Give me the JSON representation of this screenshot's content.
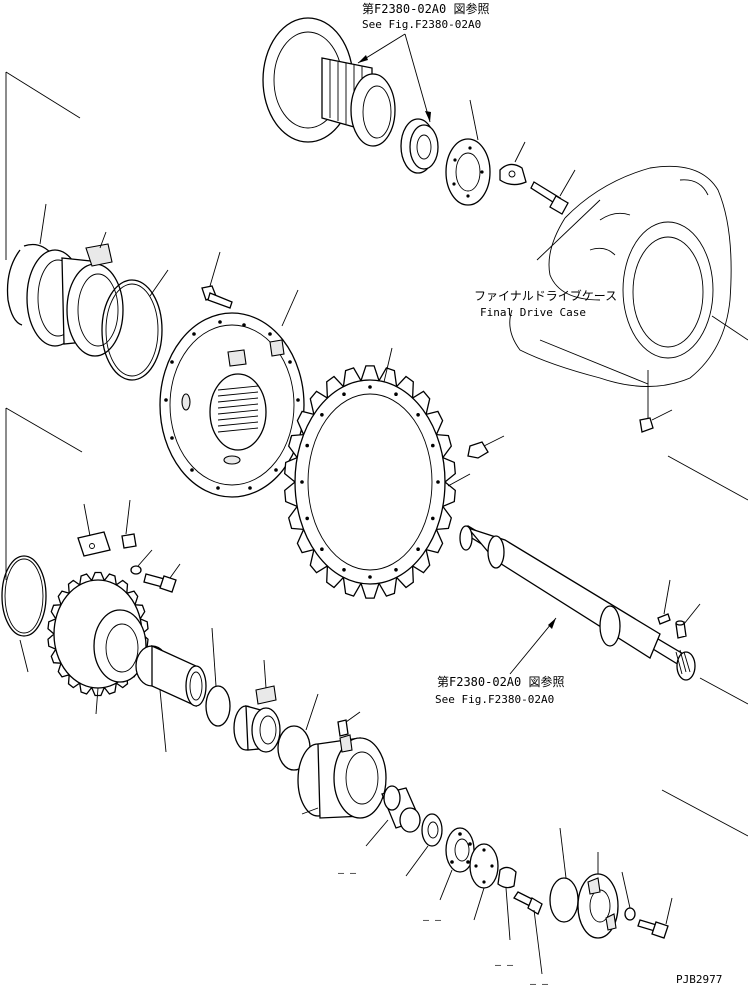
{
  "callouts": {
    "top_ref_jp": "第F2380-02A0 図参照",
    "top_ref_en": "See Fig.F2380-02A0",
    "case_jp": "ファイナルドライブケース",
    "case_en": "Final Drive Case",
    "shaft_ref_jp": "第F2380-02A0 図参照",
    "shaft_ref_en": "See Fig.F2380-02A0"
  },
  "blank_marks": {
    "m1": "– –",
    "m2": "– –",
    "m3": "– –",
    "m4": "– –"
  },
  "figure_code": "PJB2977"
}
